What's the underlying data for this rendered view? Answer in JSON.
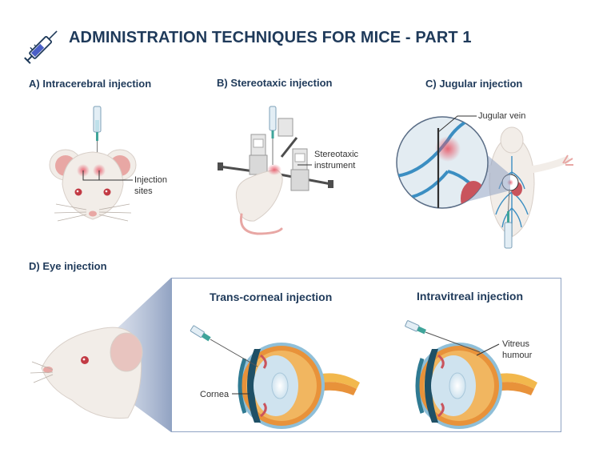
{
  "title": "ADMINISTRATION TECHNIQUES FOR MICE - PART 1",
  "sections": {
    "a": "A) Intracerebral injection",
    "b": "B) Stereotaxic injection",
    "c": "C) Jugular injection",
    "d": "D) Eye injection"
  },
  "labels": {
    "injection_sites_1": "Injection",
    "injection_sites_2": "sites",
    "stereotaxic_1": "Stereotaxic",
    "stereotaxic_2": "instrument",
    "jugular_vein": "Jugular vein",
    "cornea": "Cornea",
    "vitreus_1": "Vitreus",
    "vitreus_2": "humour"
  },
  "eye_panels": {
    "trans_corneal": "Trans-corneal injection",
    "intravitreal": "Intravitreal injection"
  },
  "icons": [
    "syringe-icon"
  ],
  "colors": {
    "title": "#1f3a5a",
    "mouse_fur": "#f2ede8",
    "ear_pink": "#e8a7a4",
    "injection_red": "#e85a6a",
    "eye_sclera": "#8fbfd8",
    "eye_retina": "#e8923a",
    "cornea_dark": "#1f5066",
    "vein_blue": "#3b8ec2"
  }
}
